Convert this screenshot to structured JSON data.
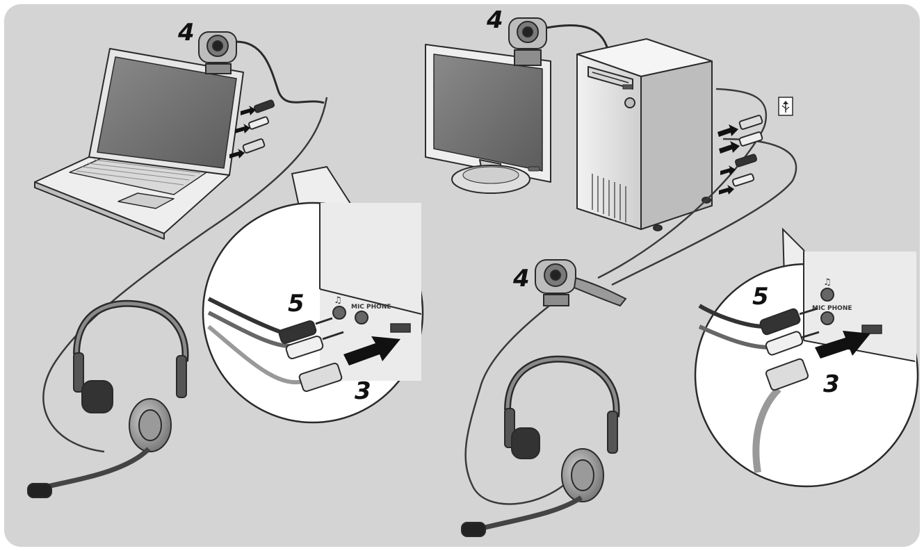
{
  "callouts": {
    "laptop_webcam": "4",
    "desktop_webcam": "4",
    "clip_webcam": "4",
    "laptop_audio_plugs": "5",
    "laptop_usb_plug": "3",
    "desktop_audio_plugs": "5",
    "desktop_usb_plug": "3"
  },
  "port_labels": {
    "laptop_headphone": "♫",
    "laptop_mic": "MIC PHONE",
    "desktop_headphone": "♫",
    "desktop_mic": "MIC PHONE"
  },
  "icons": {
    "usb_symbol": "usb-icon"
  },
  "colors": {
    "background": "#d4d4d4",
    "outline": "#2a2a2a",
    "device_light": "#eeeeee",
    "screen": "#6f6f6f",
    "arrow": "#111111",
    "cable": "#4a4a4a"
  }
}
